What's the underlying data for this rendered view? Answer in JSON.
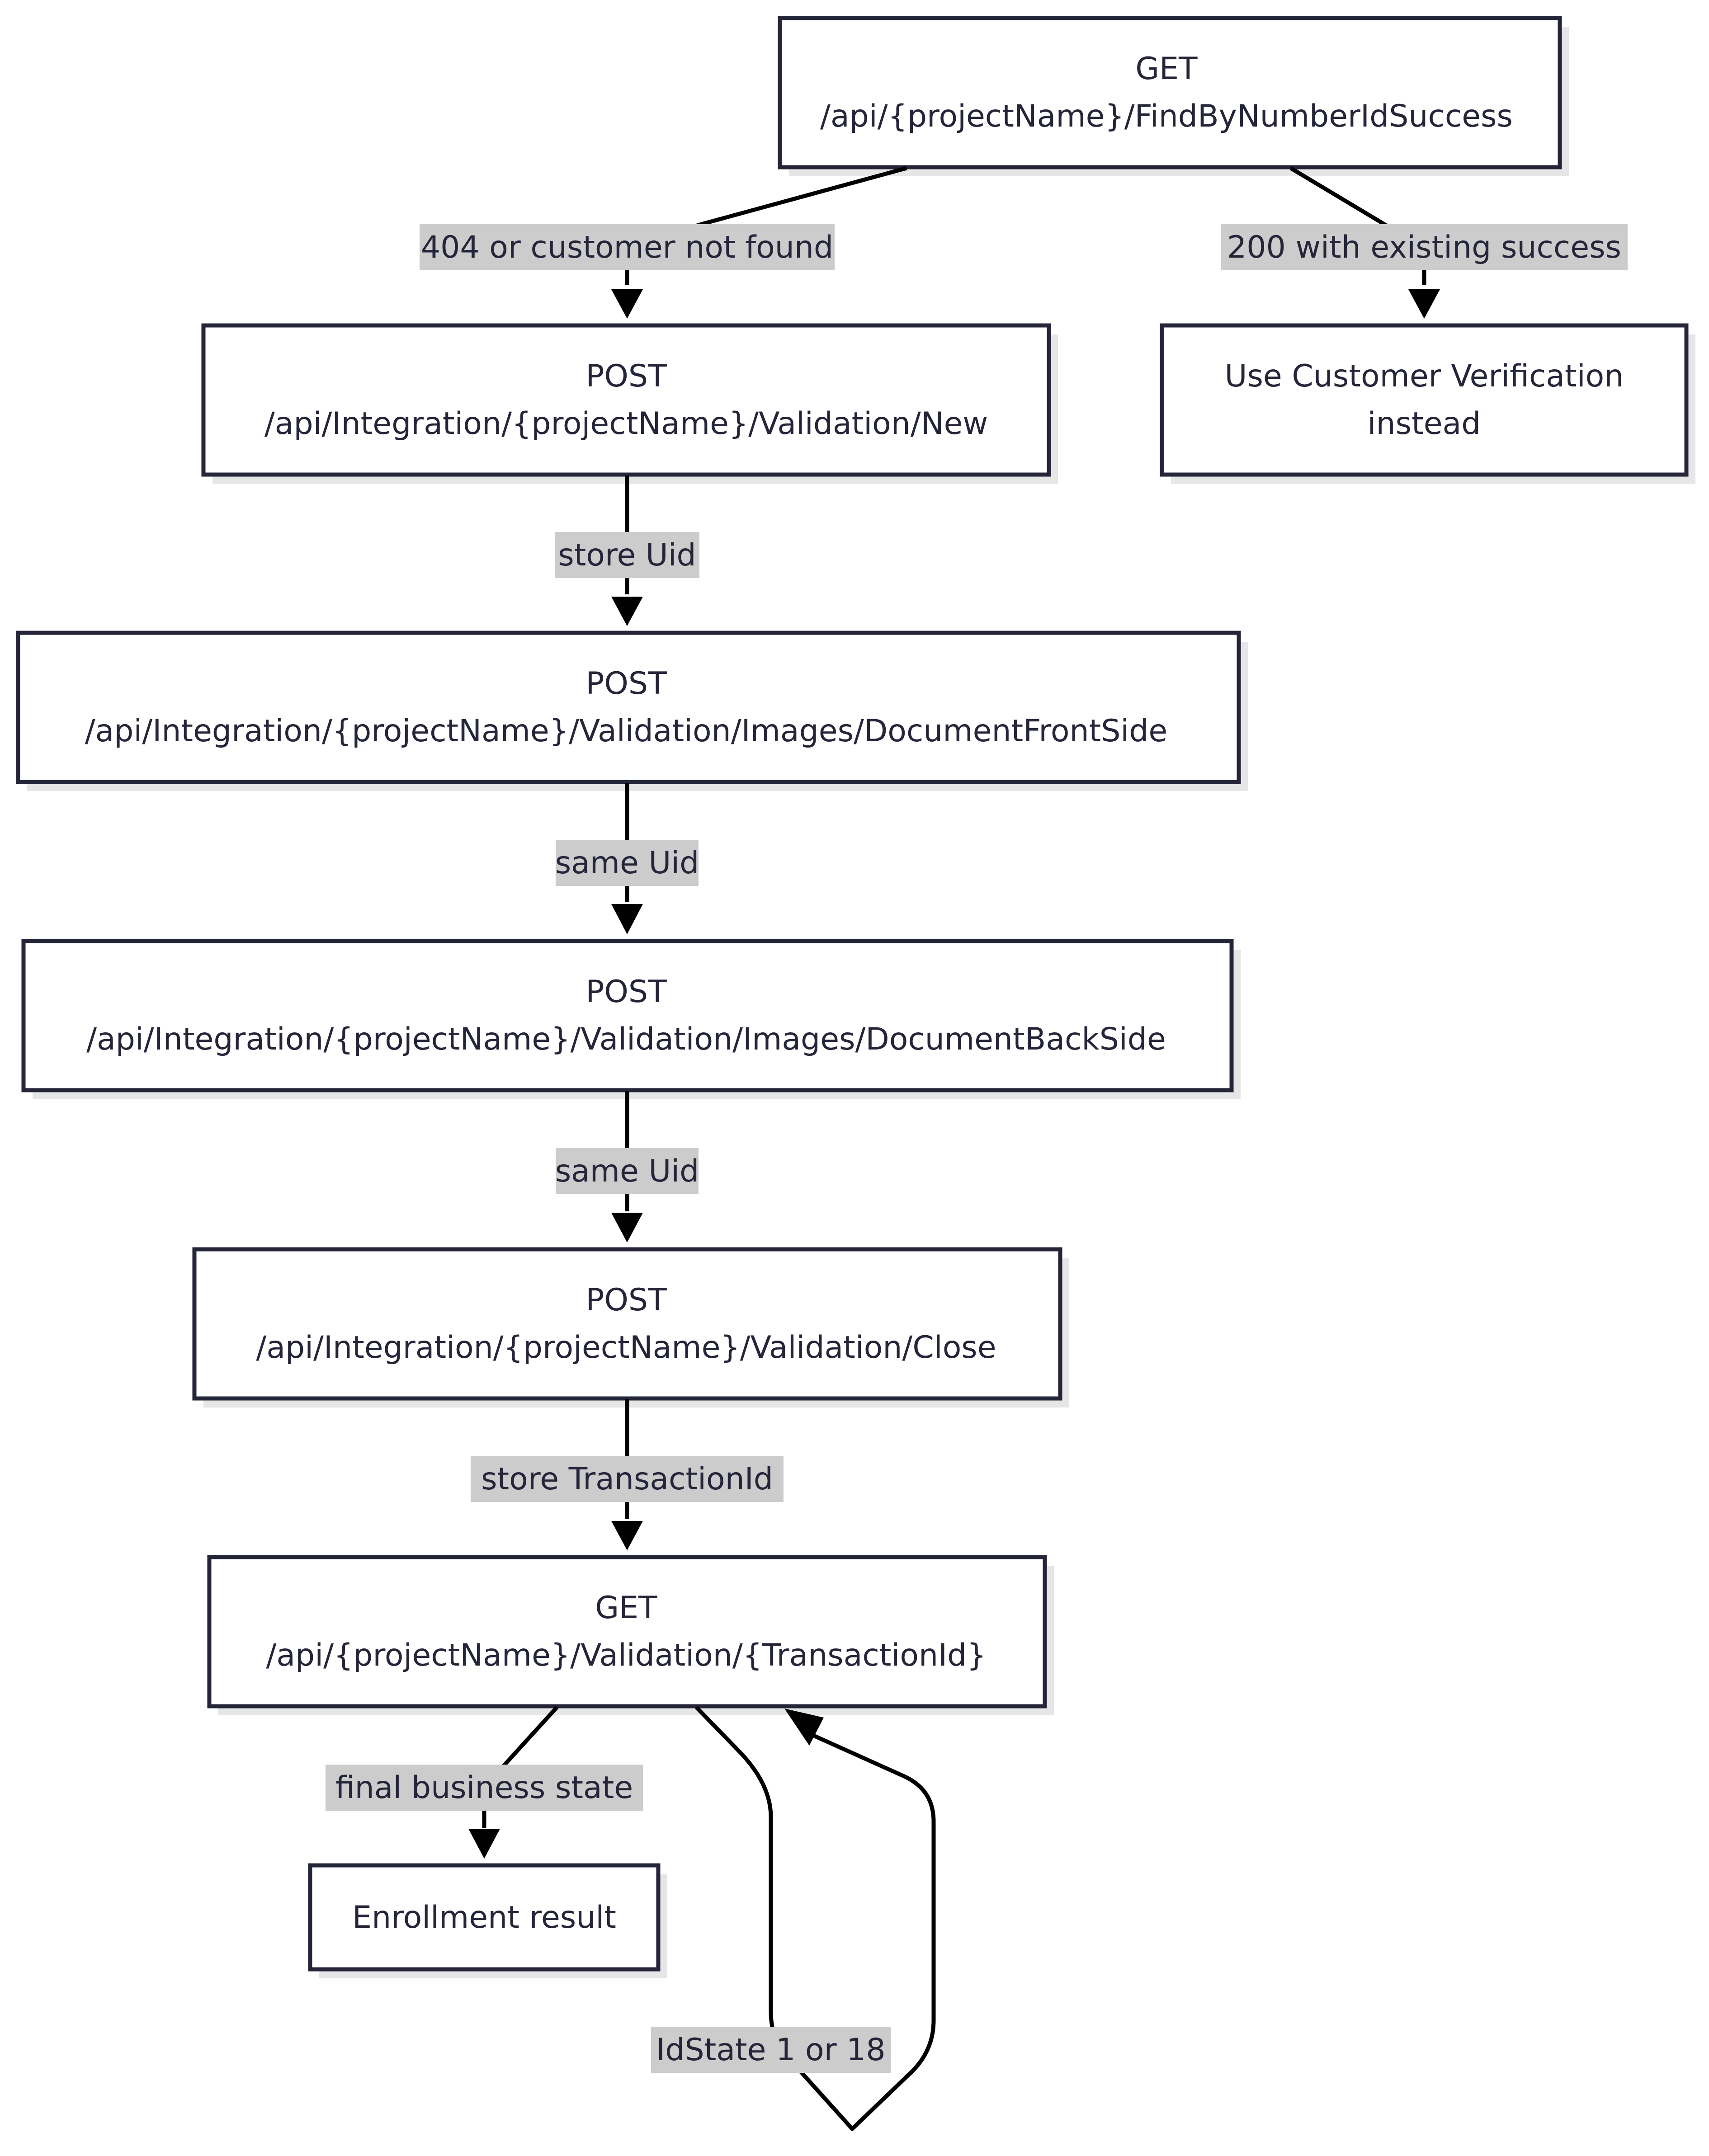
{
  "nodes": {
    "find_by_number": {
      "line1": "GET",
      "line2": "/api/{projectName}/FindByNumberIdSuccess"
    },
    "validation_new": {
      "line1": "POST",
      "line2": "/api/Integration/{projectName}/Validation/New"
    },
    "customer_verification": {
      "line1": "Use Customer Verification",
      "line2": "instead"
    },
    "document_front": {
      "line1": "POST",
      "line2": "/api/Integration/{projectName}/Validation/Images/DocumentFrontSide"
    },
    "document_back": {
      "line1": "POST",
      "line2": "/api/Integration/{projectName}/Validation/Images/DocumentBackSide"
    },
    "validation_close": {
      "line1": "POST",
      "line2": "/api/Integration/{projectName}/Validation/Close"
    },
    "get_validation": {
      "line1": "GET",
      "line2": "/api/{projectName}/Validation/{TransactionId}"
    },
    "enrollment_result": {
      "line1": "Enrollment result"
    }
  },
  "edges": {
    "not_found": "404 or customer not found",
    "existing_success": "200 with existing success",
    "store_uid": "store Uid",
    "same_uid_front": "same Uid",
    "same_uid_back": "same Uid",
    "store_transaction": "store TransactionId",
    "final_state": "final business state",
    "idstate_loop": "IdState 1 or 18"
  },
  "colors": {
    "node_border": "#25253a",
    "node_fill": "#ffffff",
    "node_shadow": "#e6e6e6",
    "edge": "#000000",
    "label_background": "#cccccc",
    "text": "#25253a"
  }
}
